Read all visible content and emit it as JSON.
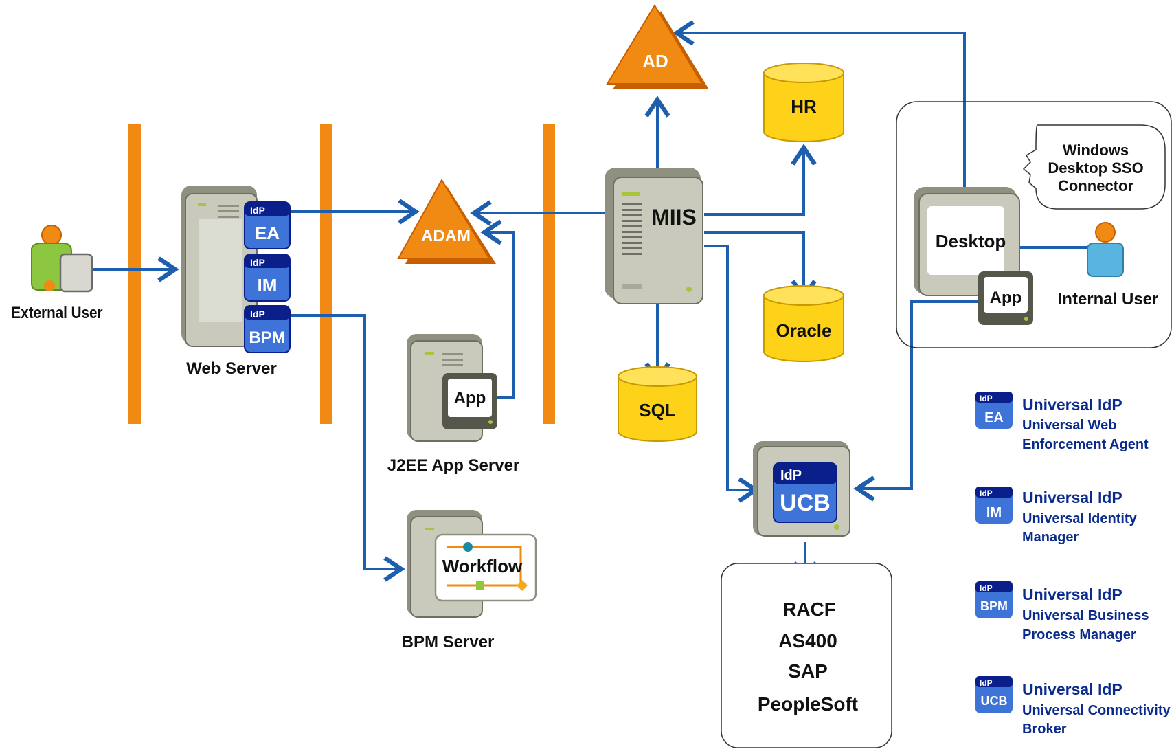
{
  "nodes": {
    "external_user": "External User",
    "web_server": "Web Server",
    "ea": "EA",
    "im": "IM",
    "bpm": "BPM",
    "idp": "IdP",
    "adam": "ADAM",
    "ad": "AD",
    "miis": "MIIS",
    "hr": "HR",
    "oracle": "Oracle",
    "sql": "SQL",
    "j2ee_app": "App",
    "j2ee_server": "J2EE App Server",
    "workflow": "Workflow",
    "bpm_server": "BPM Server",
    "ucb": "UCB",
    "desktop": "Desktop",
    "desktop_app": "App",
    "internal_user": "Internal User",
    "sso_connector": [
      "Windows",
      "Desktop SSO",
      "Connector"
    ],
    "backends": [
      "RACF",
      "AS400",
      "SAP",
      "PeopleSoft"
    ]
  },
  "legend": [
    {
      "badge": "EA",
      "title": "Universal IdP",
      "desc": [
        "Universal Web",
        "Enforcement Agent"
      ]
    },
    {
      "badge": "IM",
      "title": "Universal IdP",
      "desc": [
        "Universal Identity",
        "Manager"
      ]
    },
    {
      "badge": "BPM",
      "title": "Universal IdP",
      "desc": [
        "Universal Business",
        "Process Manager"
      ]
    },
    {
      "badge": "UCB",
      "title": "Universal IdP",
      "desc": [
        "Universal Connectivity",
        "Broker"
      ]
    }
  ],
  "colors": {
    "orange": "#f08a12",
    "orange_dark": "#c75f00",
    "blue_line": "#1d5fae",
    "badge_blue": "#3e73d8",
    "badge_dark": "#0b1f8a",
    "db_yellow": "#ffd21a",
    "server_gray": "#c9cabc",
    "legend_navy": "#0a2b8c"
  }
}
